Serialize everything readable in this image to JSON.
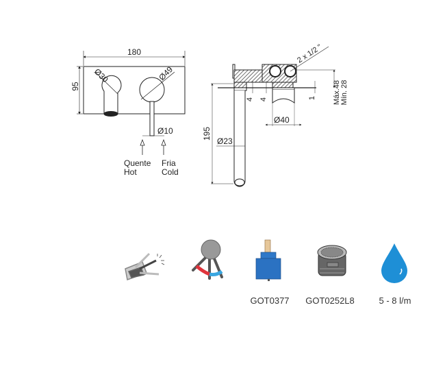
{
  "front_view": {
    "width_dim": "180",
    "height_dim": "95",
    "spout_dia": "Ø30",
    "handle_dia": "Ø49",
    "lever_dia": "Ø10",
    "hot_label_pt": "Quente",
    "hot_label_en": "Hot",
    "cold_label_pt": "Fria",
    "cold_label_en": "Cold"
  },
  "side_view": {
    "thread": "2 x 1/2 \"",
    "spout_length": "195",
    "spout_dia": "Ø23",
    "handle_dia": "Ø40",
    "gap1": "4",
    "gap2": "4",
    "gap3": "1",
    "max_depth": "Máx.48",
    "min_depth": "Mín. 28"
  },
  "features": [
    {
      "icon": "lever-action-icon",
      "label": ""
    },
    {
      "icon": "hot-cold-mixer-icon",
      "label": ""
    },
    {
      "icon": "cartridge-icon",
      "label": "GOT0377"
    },
    {
      "icon": "aerator-icon",
      "label": "GOT0252L8"
    },
    {
      "icon": "water-drop-icon",
      "label": "5 - 8 l/m"
    }
  ],
  "colors": {
    "hot": "#e0343c",
    "cold": "#3aa6e0",
    "cartridge": "#2b72c2",
    "drop": "#1e8fd6"
  }
}
